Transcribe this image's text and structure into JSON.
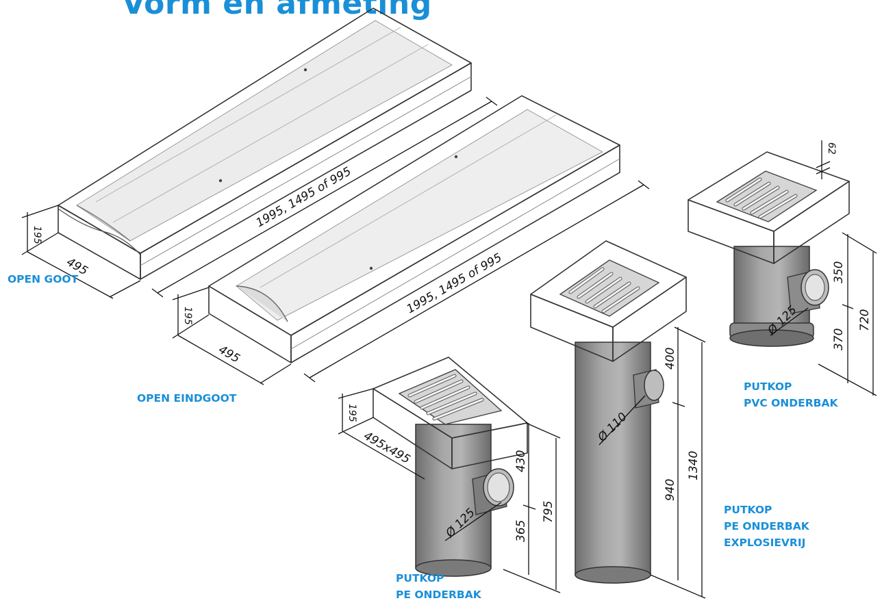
{
  "title": "Vorm en afmeting",
  "labels": {
    "open_goot": [
      "OPEN GOOT"
    ],
    "open_eindgoot": [
      "OPEN EINDGOOT"
    ],
    "putkop_pvc": [
      "PUTKOP",
      "PVC ONDERBAK"
    ],
    "putkop_pe_explosievrij": [
      "PUTKOP",
      "PE ONDERBAK",
      "EXPLOSIEVRIJ"
    ],
    "putkop_pe": [
      "PUTKOP",
      "PE ONDERBAK"
    ]
  },
  "dimensions": {
    "goot_length": "1995, 1495 of 995",
    "eindgoot_length": "1995, 1495 of 995",
    "goot_height": "195",
    "goot_width": "495",
    "eindgoot_height": "195",
    "eindgoot_width": "495",
    "pe_height": "195",
    "pe_size": "495x495",
    "pe_upper": "430",
    "pe_lower": "365",
    "pe_total": "795",
    "pe_pipe": "Ø 125",
    "ex_upper": "400",
    "ex_lower": "940",
    "ex_total": "1340",
    "ex_pipe": "Ø 110",
    "pvc_top": "62",
    "pvc_upper": "350",
    "pvc_lower": "370",
    "pvc_total": "720",
    "pvc_pipe": "Ø 125"
  },
  "colors": {
    "label": "#1a8fd8",
    "title": "#1a8fd8"
  }
}
